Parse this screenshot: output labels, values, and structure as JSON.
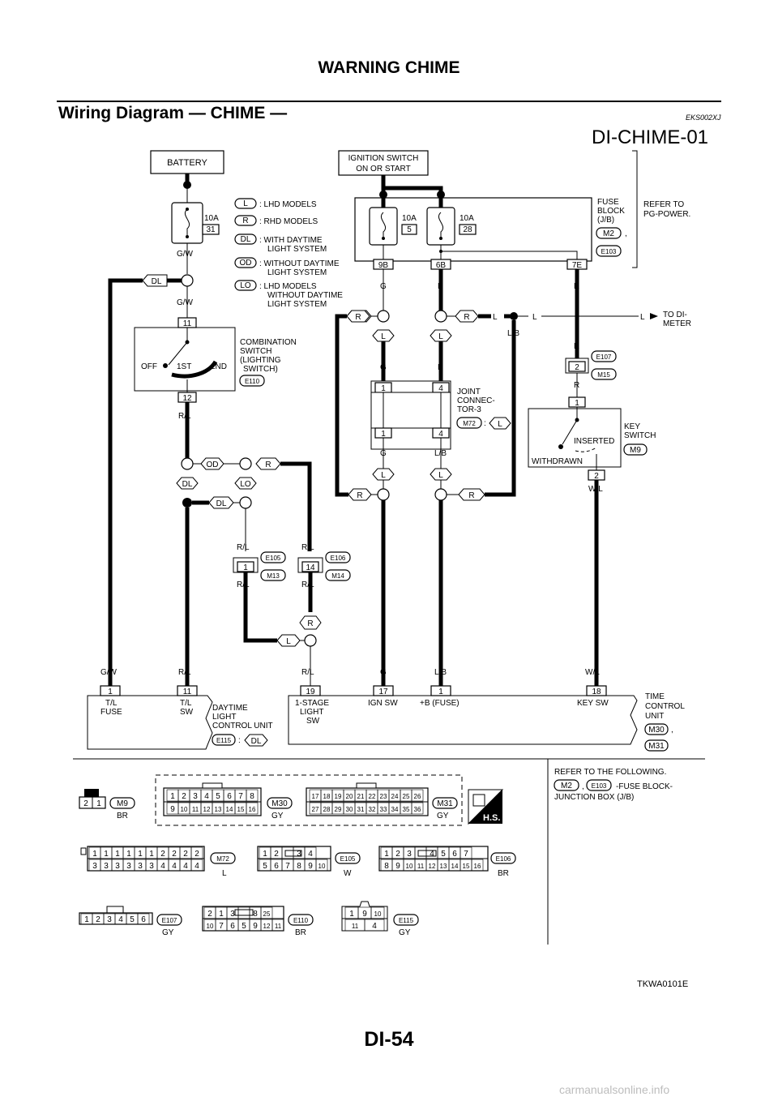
{
  "header": {
    "title": "WARNING CHIME",
    "section": "Wiring Diagram — CHIME —",
    "code": "EKS002XJ",
    "diagram_id": "DI-CHIME-01"
  },
  "boxes": {
    "battery": "BATTERY",
    "ignition_l1": "IGNITION SWITCH",
    "ignition_l2": "ON OR START",
    "fuse_block_l1": "FUSE",
    "fuse_block_l2": "BLOCK",
    "fuse_block_l3": "(J/B)",
    "refer_l1": "REFER TO",
    "refer_l2": "PG-POWER."
  },
  "legend": [
    {
      "tag": "L",
      "l1": ": LHD MODELS",
      "l2": ""
    },
    {
      "tag": "R",
      "l1": ": RHD MODELS",
      "l2": ""
    },
    {
      "tag": "DL",
      "l1": ": WITH DAYTIME",
      "l2": "LIGHT SYSTEM"
    },
    {
      "tag": "OD",
      "l1": ": WITHOUT DAYTIME",
      "l2": "LIGHT SYSTEM"
    },
    {
      "tag": "LO",
      "l1": ": LHD MODELS",
      "l2": "WITHOUT DAYTIME",
      "l3": "LIGHT SYSTEM"
    }
  ],
  "fuses": {
    "f1_amp": "10A",
    "f1_no": "31",
    "f2_amp": "10A",
    "f2_no": "5",
    "f3_amp": "10A",
    "f3_no": "28"
  },
  "connectors": {
    "m2": "M2",
    "e103": "E103",
    "e110": "E110",
    "e107": "E107",
    "m15": "M15",
    "m72": "M72",
    "m9": "M9",
    "e105": "E105",
    "m13": "M13",
    "e106": "E106",
    "m14": "M14",
    "e115": "E115",
    "m30": "M30",
    "m31": "M31"
  },
  "pins": {
    "p9b": "9B",
    "p6b": "6B",
    "p7e": "7E",
    "p11": "11",
    "p12": "12",
    "p2": "2",
    "p1": "1",
    "p4": "4",
    "p14": "14",
    "p19": "19",
    "p17": "17",
    "p18": "18"
  },
  "wires": {
    "gw": "G/W",
    "g": "G",
    "l": "L",
    "r": "R",
    "lb": "L/B",
    "rl": "R/L",
    "wl": "W/L"
  },
  "tags": {
    "l": "L",
    "r": "R",
    "dl": "DL",
    "od": "OD",
    "lo": "LO"
  },
  "labels": {
    "to_di_l1": "TO DI-",
    "to_di_l2": "METER",
    "comb_l1": "COMBINATION",
    "comb_l2": "SWITCH",
    "comb_l3": "(LIGHTING",
    "comb_l4": "SWITCH)",
    "off": "OFF",
    "first": "1ST",
    "second": "2ND",
    "joint_l1": "JOINT",
    "joint_l2": "CONNEC-",
    "joint_l3": "TOR-3",
    "key_l1": "KEY",
    "key_l2": "SWITCH",
    "inserted": "INSERTED",
    "withdrawn": "WITHDRAWN",
    "tl_fuse_l1": "T/L",
    "tl_fuse_l2": "FUSE",
    "tl_sw_l1": "T/L",
    "tl_sw_l2": "SW",
    "dcu_l1": "DAYTIME",
    "dcu_l2": "LIGHT",
    "dcu_l3": "CONTROL UNIT",
    "stage_l1": "1-STAGE",
    "stage_l2": "LIGHT",
    "stage_l3": "SW",
    "ign_sw": "IGN SW",
    "b_fuse": "+B (FUSE)",
    "key_sw": "KEY SW",
    "tcu_l1": "TIME",
    "tcu_l2": "CONTROL",
    "tcu_l3": "UNIT",
    "colon": ":",
    "comma": ","
  },
  "bottom": {
    "refer_l1": "REFER TO THE FOLLOWING.",
    "refer_l2": "-FUSE BLOCK-",
    "refer_l3": "JUNCTION BOX (J/B)",
    "hs": "H.S.",
    "br": "BR",
    "gy": "GY",
    "w": "W",
    "l": "L",
    "m9_pins": [
      "2",
      "1"
    ],
    "m30_top": [
      "1",
      "2",
      "3",
      "4",
      "5",
      "6",
      "7",
      "8"
    ],
    "m30_bot": [
      "9",
      "10",
      "11",
      "12",
      "13",
      "14",
      "15",
      "16"
    ],
    "m31_top": [
      "17",
      "18",
      "19",
      "20",
      "21",
      "22",
      "23",
      "24",
      "25",
      "26"
    ],
    "m31_bot": [
      "27",
      "28",
      "29",
      "30",
      "31",
      "32",
      "33",
      "34",
      "35",
      "36"
    ],
    "m72_top": [
      "1",
      "1",
      "1",
      "1",
      "1",
      "1",
      "2",
      "2",
      "2",
      "2"
    ],
    "m72_bot": [
      "3",
      "3",
      "3",
      "3",
      "3",
      "3",
      "4",
      "4",
      "4",
      "4"
    ],
    "e105_top": [
      "1",
      "2",
      "",
      "3",
      "4"
    ],
    "e105_bot": [
      "5",
      "6",
      "7",
      "8",
      "9",
      "10"
    ],
    "e106_top": [
      "1",
      "2",
      "3",
      "",
      "4",
      "5",
      "6",
      "7"
    ],
    "e106_bot": [
      "8",
      "9",
      "10",
      "11",
      "12",
      "13",
      "14",
      "15",
      "16"
    ],
    "e107_pins": [
      "1",
      "2",
      "3",
      "4",
      "5",
      "6"
    ],
    "e110_top": [
      "2",
      "1",
      "3",
      "",
      "8",
      "25"
    ],
    "e110_bot": [
      "10",
      "7",
      "6",
      "5",
      "9",
      "12",
      "11"
    ],
    "e115_top": [
      "1",
      "9",
      "10"
    ],
    "e115_bot": [
      "11",
      "4"
    ]
  },
  "footer": {
    "figure_code": "TKWA0101E",
    "page": "DI-54",
    "watermark": "carmanualsonline.info"
  }
}
